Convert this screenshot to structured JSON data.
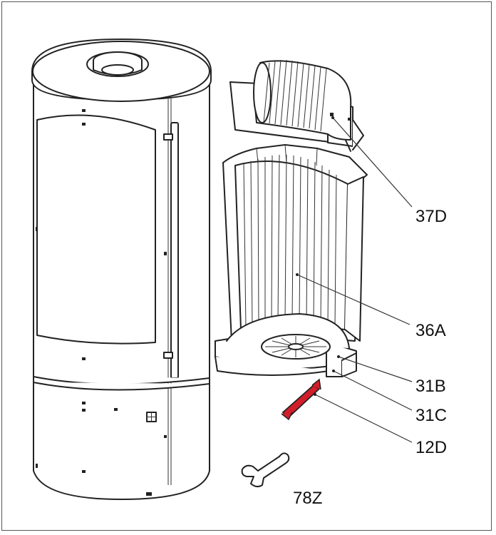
{
  "labels": {
    "part_37d": "37D",
    "part_36a": "36A",
    "part_31b": "31B",
    "part_31c": "31C",
    "part_12d": "12D",
    "part_78z": "78Z"
  },
  "colors": {
    "highlight": "#d21e2a",
    "line": "#222222"
  }
}
